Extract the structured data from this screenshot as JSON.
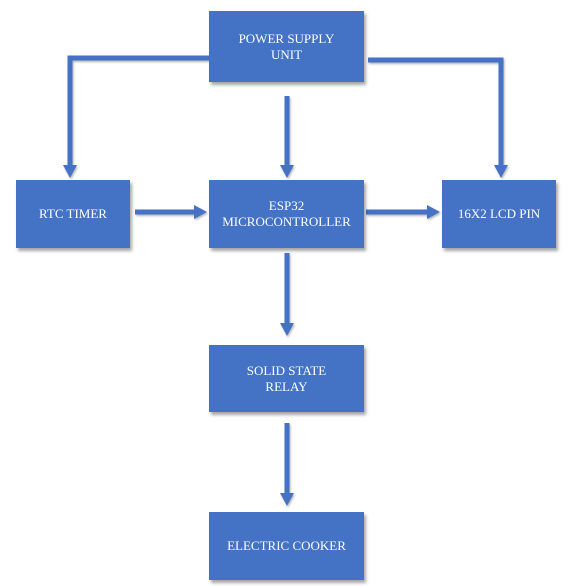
{
  "diagram": {
    "blocks": {
      "power_supply": "POWER SUPPLY\nUNIT",
      "rtc_timer": "RTC TIMER",
      "esp32": "ESP32\nMICROCONTROLLER",
      "lcd": "16X2 LCD PIN",
      "relay": "SOLID STATE\nRELAY",
      "cooker": "ELECTRIC COOKER"
    },
    "colors": {
      "block_fill": "#4472c4",
      "arrow": "#4472c4",
      "text": "#ffffff"
    }
  }
}
